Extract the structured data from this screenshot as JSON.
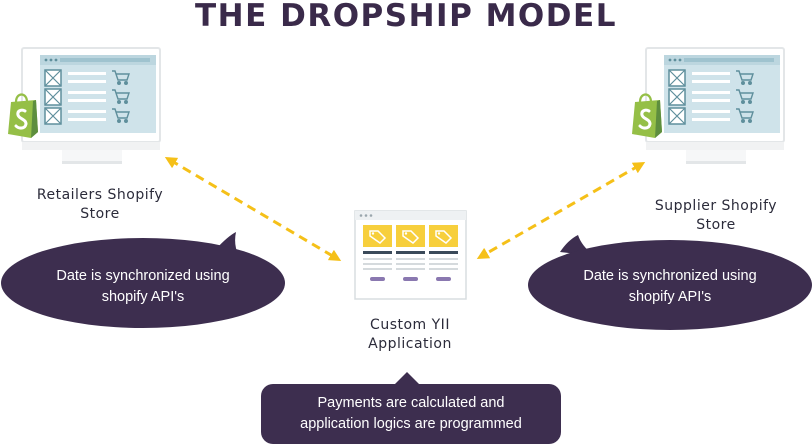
{
  "title": "THE DROPSHIP MODEL",
  "nodes": {
    "retailer": {
      "label_line1": "Retailers Shopify",
      "label_line2": "Store"
    },
    "supplier": {
      "label_line1": "Supplier Shopify",
      "label_line2": "Store"
    },
    "app": {
      "label_line1": "Custom YII",
      "label_line2": "Application"
    }
  },
  "bubbles": {
    "left": {
      "line1": "Date is synchronized using",
      "line2": "shopify API's"
    },
    "right": {
      "line1": "Date is synchronized using",
      "line2": "shopify API's"
    },
    "bottom": {
      "line1": "Payments are calculated and",
      "line2": "application logics are programmed"
    }
  },
  "colors": {
    "title": "#3a2a4a",
    "bubble": "#3d2e4f",
    "arrow": "#f5c018",
    "screen": "#cfe3ea",
    "shopify": "#95bf47",
    "tag": "#f7cf3c"
  },
  "icons": [
    "monitor-icon",
    "shopify-bag-icon",
    "cart-icon",
    "browser-window-icon",
    "price-tag-icon"
  ]
}
